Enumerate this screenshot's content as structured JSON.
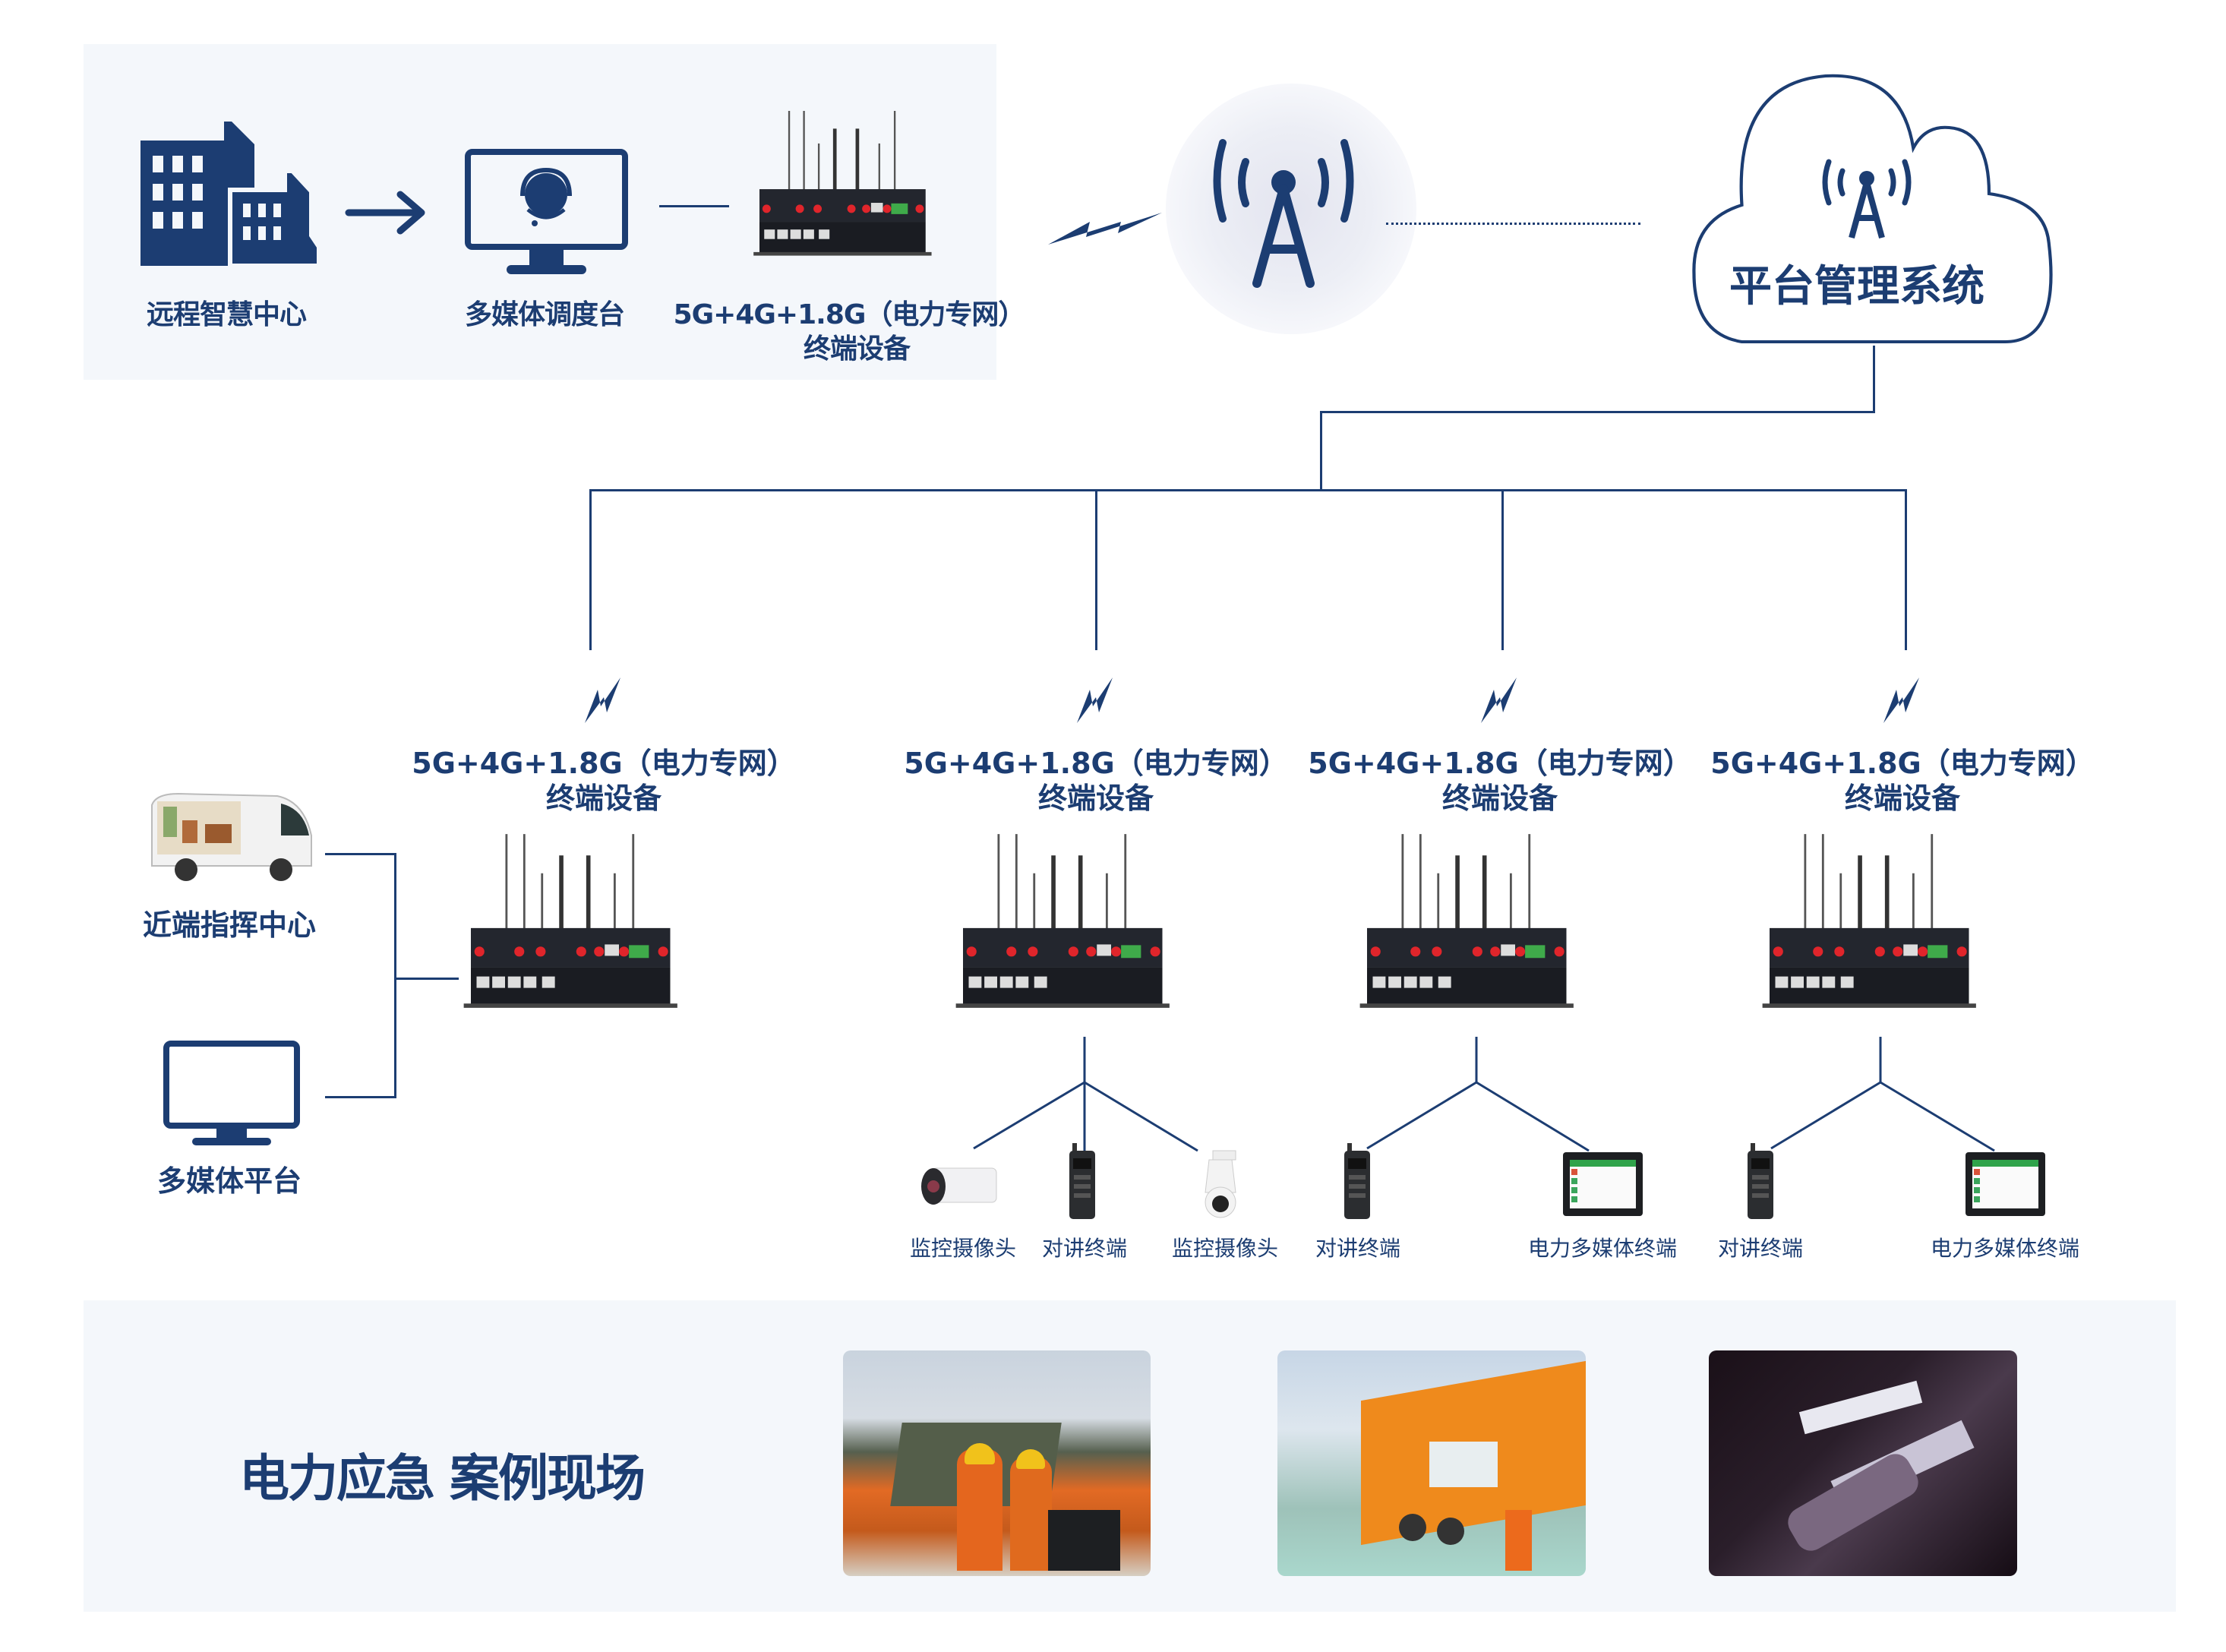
{
  "colors": {
    "primary": "#1c3d72",
    "panel_bg": "#f4f7fb",
    "tower_glow": "#e8e9f2",
    "device_body": "#23262e",
    "device_port_red": "#e0252b"
  },
  "top_panel": {
    "nodes": [
      {
        "label": "远程智慧中心",
        "icon": "office-building-icon"
      },
      {
        "label": "多媒体调度台",
        "icon": "dispatch-monitor-headset-icon"
      },
      {
        "label_line1": "5G+4G+1.8G（电力专网）",
        "label_line2": "终端设备",
        "icon": "router-device-icon"
      }
    ],
    "connector_icons": [
      "arrow-right-icon",
      "lightning-icon"
    ]
  },
  "tower": {
    "icon": "signal-tower-icon"
  },
  "cloud": {
    "label": "平台管理系统",
    "icon": "signal-tower-icon"
  },
  "terminals": [
    {
      "label_line1": "5G+4G+1.8G（电力专网）",
      "label_line2": "终端设备"
    },
    {
      "label_line1": "5G+4G+1.8G（电力专网）",
      "label_line2": "终端设备"
    },
    {
      "label_line1": "5G+4G+1.8G（电力专网）",
      "label_line2": "终端设备"
    },
    {
      "label_line1": "5G+4G+1.8G（电力专网）",
      "label_line2": "终端设备"
    }
  ],
  "near_end": [
    {
      "label": "近端指挥中心",
      "icon": "command-van-icon"
    },
    {
      "label": "多媒体平台",
      "icon": "monitor-icon"
    }
  ],
  "endpoint_groups": [
    {
      "items": [
        {
          "label": "监控摄像头",
          "icon": "bullet-camera-icon"
        },
        {
          "label": "对讲终端",
          "icon": "walkie-talkie-icon"
        },
        {
          "label": "监控摄像头",
          "icon": "dome-camera-icon"
        }
      ]
    },
    {
      "items": [
        {
          "label": "对讲终端",
          "icon": "walkie-talkie-icon"
        },
        {
          "label": "电力多媒体终端",
          "icon": "tablet-terminal-icon"
        }
      ]
    },
    {
      "items": [
        {
          "label": "对讲终端",
          "icon": "walkie-talkie-icon"
        },
        {
          "label": "电力多媒体终端",
          "icon": "tablet-terminal-icon"
        }
      ]
    }
  ],
  "cases": {
    "title": "电力应急 案例现场",
    "photos": [
      {
        "description": "rescue-workers-tent-photo"
      },
      {
        "description": "emergency-power-truck-photo"
      },
      {
        "description": "night-repair-work-photo"
      }
    ]
  }
}
